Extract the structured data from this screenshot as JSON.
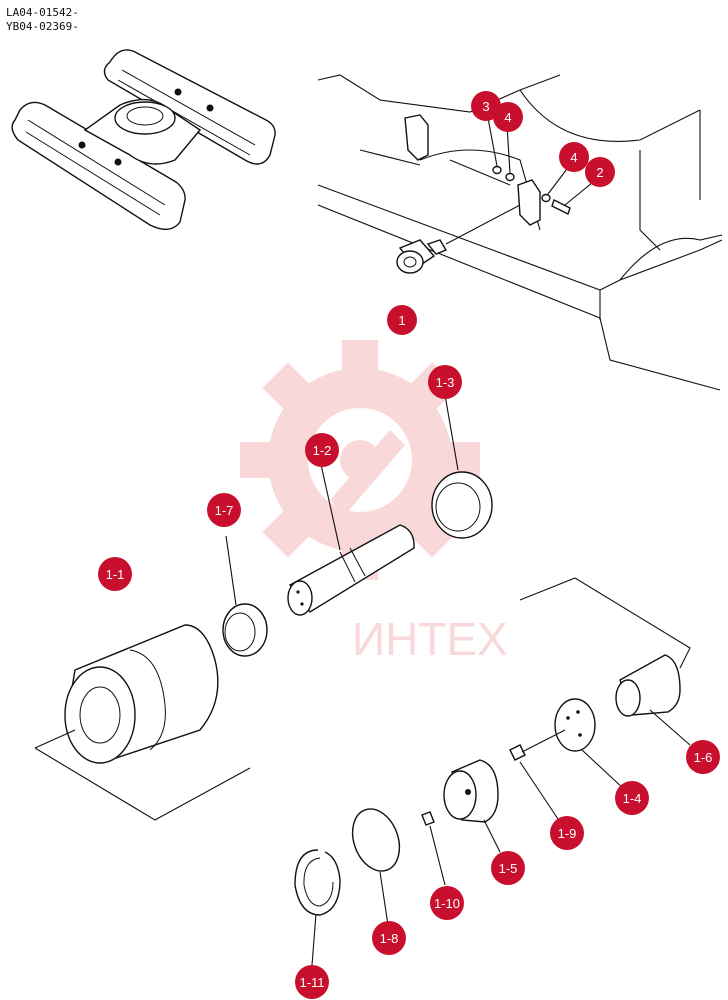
{
  "header": {
    "codes": [
      "LA04-01542-",
      "YB04-02369-"
    ]
  },
  "watermark": {
    "text": "ИНТЕХ",
    "color": "#f3b9b9"
  },
  "colors": {
    "callout": "#c8102e",
    "line": "#111111"
  },
  "callouts": [
    "1",
    "2",
    "3",
    "4",
    "4",
    "1-1",
    "1-2",
    "1-3",
    "1-4",
    "1-5",
    "1-6",
    "1-7",
    "1-8",
    "1-9",
    "1-10",
    "1-11"
  ]
}
